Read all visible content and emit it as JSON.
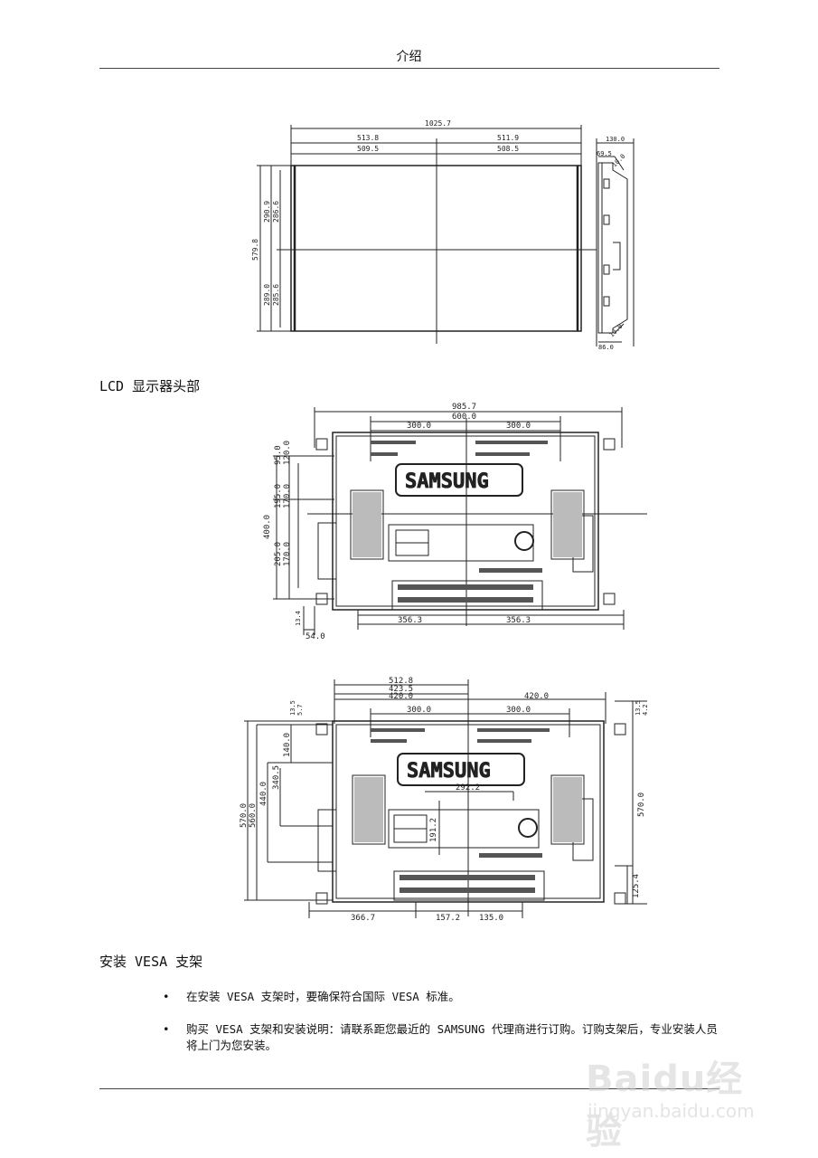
{
  "header": {
    "title": "介绍"
  },
  "sections": {
    "lcd_heading": "LCD 显示器头部",
    "vesa_heading": "安装 VESA 支架"
  },
  "drawing1": {
    "overall_width": "1025.7",
    "left_half": "513.8",
    "right_half": "511.9",
    "left_inner": "509.5",
    "right_inner": "508.5",
    "height": "579.8",
    "upper_half": "290.9",
    "upper_inner": "286.6",
    "lower_half": "289.0",
    "lower_inner": "285.6",
    "depth": "130.0",
    "side_a": "69.5",
    "side_b": "10.0",
    "side_c": "10.0",
    "side_d": "86.0"
  },
  "drawing2": {
    "logo": "SAMSUNG",
    "overall_width": "985.7",
    "vesa_width": "600.0",
    "half_left": "300.0",
    "half_right": "300.0",
    "height": "400.0",
    "top_gap": "95.0",
    "top_inner": "120.0",
    "mid": "195.0",
    "mid_inner": "170.0",
    "lower": "205.0",
    "lower_inner": "170.0",
    "bottom_gap": "13.4",
    "foot": "54.0",
    "bottom_left": "356.3",
    "bottom_right": "356.3"
  },
  "drawing3": {
    "logo": "SAMSUNG",
    "w1": "512.8",
    "w2": "423.5",
    "w3": "420.0",
    "w4": "420.0",
    "half_left": "300.0",
    "half_right": "300.0",
    "top_small_a": "13.5",
    "top_small_b": "5.7",
    "right_small_a": "13.5",
    "right_small_b": "4.2",
    "h_total": "570.0",
    "h_560": "560.0",
    "h_440": "440.0",
    "h_340": "340.5",
    "h_140": "140.0",
    "right_total": "570.0",
    "right_bottom": "125.4",
    "inner_w": "292.2",
    "inner_h": "191.2",
    "bottom_a": "366.7",
    "bottom_b": "157.2",
    "bottom_c": "135.0"
  },
  "bullets": [
    "在安装 VESA 支架时，要确保符合国际 VESA 标准。",
    "购买 VESA 支架和安装说明：请联系距您最近的 SAMSUNG 代理商进行订购。订购支架后，专业安装人员将上门为您安装。"
  ],
  "bullet_char": "•",
  "watermark": {
    "logo": "Baidu经验",
    "url": "jingyan.baidu.com"
  }
}
